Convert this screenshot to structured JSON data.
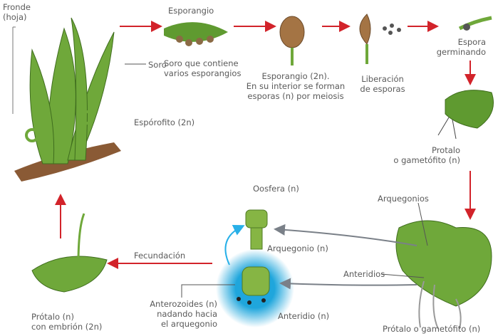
{
  "title": "Ciclo de vida del helecho",
  "labels": {
    "fronde": [
      "Fronde",
      "(hoja)"
    ],
    "esporangio_top": "Esporangio",
    "soro": "Soro",
    "soro_desc": [
      "Soro que contiene",
      "varios esporangios"
    ],
    "esporangio_desc": [
      "Esporangio (2n).",
      "En su interior se forman",
      "esporas (n) por meiosis"
    ],
    "liberacion": [
      "Liberación",
      "de esporas"
    ],
    "espora": [
      "Espora",
      "germinando"
    ],
    "esporofito": "Espórofito (2n)",
    "protalo_top": [
      "Protalo",
      "o gametófito (n)"
    ],
    "arquegonios": "Arquegonios",
    "oosfera": "Oosfera (n)",
    "arquegonio": "Arquegonio (n)",
    "fecundacion": "Fecundación",
    "anteridios": "Anteridios",
    "anterozoides": [
      "Anterozoides (n)",
      "nadando hacia",
      "el arquegonio"
    ],
    "anteridio": "Anteridio (n)",
    "protalo_embrion": [
      "Prótalo (n)",
      "con embrión (2n)"
    ],
    "protalo_bottom": "Prótalo o gametófito (n)"
  },
  "colors": {
    "arrow": "#d2232a",
    "pointer": "#7a8088",
    "plant": "#6fa83a",
    "water": "#1fa6dc"
  }
}
